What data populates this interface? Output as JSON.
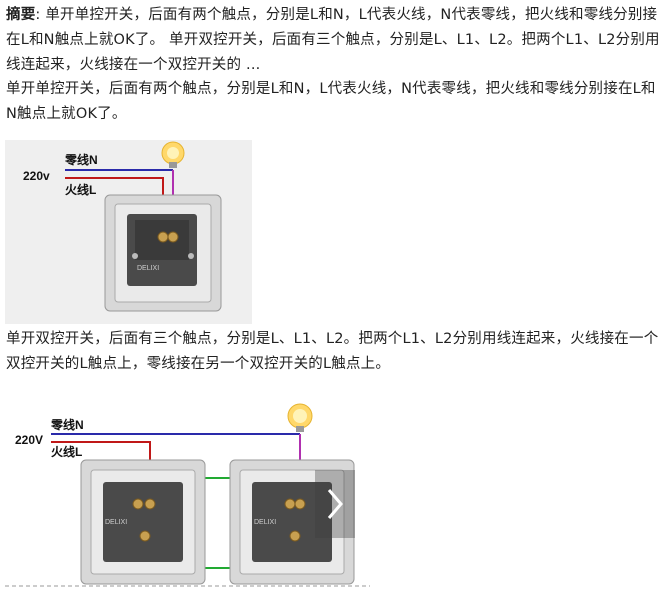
{
  "summary": {
    "label": "摘要",
    "colon": ": ",
    "text": "单开单控开关，后面有两个触点，分别是L和N，L代表火线，N代表零线，把火线和零线分别接在L和N触点上就OK了。 单开双控开关，后面有三个触点，分别是L、L1、L2。把两个L1、L2分别用线连起来，火线接在一个双控开关的 ..."
  },
  "single": {
    "text": "单开单控开关，后面有两个触点，分别是L和N，L代表火线，N代表零线，把火线和零线分别接在L和N触点上就OK了。"
  },
  "figure1": {
    "voltage": "220v",
    "neutral": "零线N",
    "live": "火线L",
    "brand": "DELIXI"
  },
  "double": {
    "text": "单开双控开关，后面有三个触点，分别是L、L1、L2。把两个L1、L2分别用线连起来，火线接在一个双控开关的L触点上，零线接在另一个双控开关的L触点上。"
  },
  "figure2": {
    "voltage": "220V",
    "neutral": "零线N",
    "live": "火线L",
    "brand": "DELIXI"
  },
  "gallery": {
    "next_icon": "chevron-right-icon"
  }
}
